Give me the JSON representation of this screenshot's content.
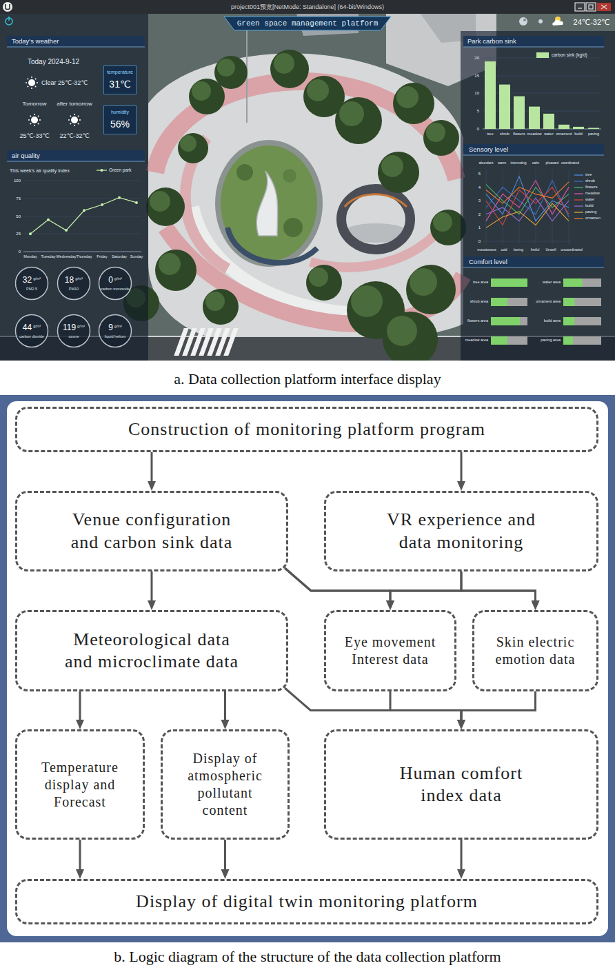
{
  "diagram": {
    "nodes": [
      {
        "text": [
          "temperature",
          "31℃"
        ]
      },
      {
        "text": [
          "humidity",
          "56%"
        ]
      },
      {
        "text": [
          "32",
          "g/m²",
          "PM2.5"
        ]
      },
      {
        "text": [
          "18",
          "g/m²",
          "PM10"
        ]
      },
      {
        "text": [
          "0",
          "g/m²",
          "carbon monoxide"
        ]
      },
      {
        "text": [
          "44",
          "g/m³",
          "carbon dioxide"
        ]
      },
      {
        "text": [
          "119",
          "g/m²",
          "ozone"
        ]
      },
      {
        "text": [
          "9",
          "g/m²",
          "liquid helium"
        ]
      },
      {
        "text": [
          "Construction of monitoring platform program"
        ]
      },
      {
        "text": [
          "Venue configuration and carbon sink data"
        ]
      },
      {
        "text": [
          "VR experience and data monitoring"
        ]
      },
      {
        "text": [
          "Meteorological data and microclimate data"
        ]
      },
      {
        "text": [
          "Eye movement Interest data"
        ]
      },
      {
        "text": [
          "Skin electric emotion data"
        ]
      },
      {
        "text": [
          "Temperature display and Forecast"
        ]
      },
      {
        "text": [
          "Display of atmospheric pollutant content"
        ]
      },
      {
        "text": [
          "Human comfort index data"
        ]
      },
      {
        "text": [
          "Display of digital twin monitoring platform"
        ]
      }
    ],
    "edges": [
      {
        "from": 8,
        "to": 9,
        "arrow": "to"
      },
      {
        "from": 8,
        "to": 10,
        "arrow": "to"
      },
      {
        "from": 9,
        "to": 11,
        "arrow": "to"
      },
      {
        "from": 9,
        "to": 12,
        "arrow": "to"
      },
      {
        "from": 9,
        "to": 13,
        "arrow": "to"
      },
      {
        "from": 10,
        "to": 12,
        "arrow": "to"
      },
      {
        "from": 10,
        "to": 13,
        "arrow": "to"
      },
      {
        "from": 11,
        "to": 14,
        "arrow": "to"
      },
      {
        "from": 11,
        "to": 15,
        "arrow": "to"
      },
      {
        "from": 11,
        "to": 16,
        "arrow": "to"
      },
      {
        "from": 12,
        "to": 16,
        "arrow": "to"
      },
      {
        "from": 13,
        "to": 16,
        "arrow": "to"
      },
      {
        "from": 14,
        "to": 17,
        "arrow": "to"
      },
      {
        "from": 15,
        "to": 17,
        "arrow": "to"
      },
      {
        "from": 16,
        "to": 17,
        "arrow": "to"
      }
    ],
    "labels": [
      "project001预览[NetMode: Standalone] (64-bit/Windows)",
      "Green space management platform",
      "24℃-32℃",
      "Today's weather",
      "Today 2024-9-12",
      "Clear 25℃-32℃",
      "Tomorrow",
      "after tomorrow",
      "25℃-33℃",
      "22℃-32℃",
      "air quality",
      "This week's air quality index",
      "100",
      "75",
      "50",
      "25",
      "0",
      "Monday",
      "Tuesday",
      "Wednesday",
      "Thursday",
      "Friday",
      "Saturday",
      "Sunday",
      "Park carbon sink",
      "20",
      "15",
      "10",
      "5",
      "0",
      "tree",
      "shrub",
      "flowers",
      "meadow",
      "water",
      "ornament",
      "build",
      "paving",
      "Sensory level",
      "abundant",
      "warm",
      "interesting",
      "calm",
      "pleasant",
      "coordinated",
      "5",
      "4",
      "3",
      "2",
      "1",
      "0",
      "monotonous",
      "cold",
      "boring",
      "fretful",
      "Unwell",
      "uncoordinated",
      "Comfort level",
      "tree area",
      "water area",
      "shrub area",
      "ornament area",
      "flowers area",
      "build area",
      "meadow area",
      "paving area",
      "a. Data collection platform interface display",
      "b. Logic diagram of the structure of the data collection platform"
    ],
    "legend": [
      {
        "text": "Green park"
      },
      {
        "text": "carbon sink (kg/d)",
        "color": "#b8e6a0"
      },
      {
        "text": "tree"
      },
      {
        "text": "shrub"
      },
      {
        "text": "flowers"
      },
      {
        "text": "meadow"
      },
      {
        "text": "water"
      },
      {
        "text": "build"
      },
      {
        "text": "paving"
      },
      {
        "text": "ornamen"
      }
    ]
  }
}
